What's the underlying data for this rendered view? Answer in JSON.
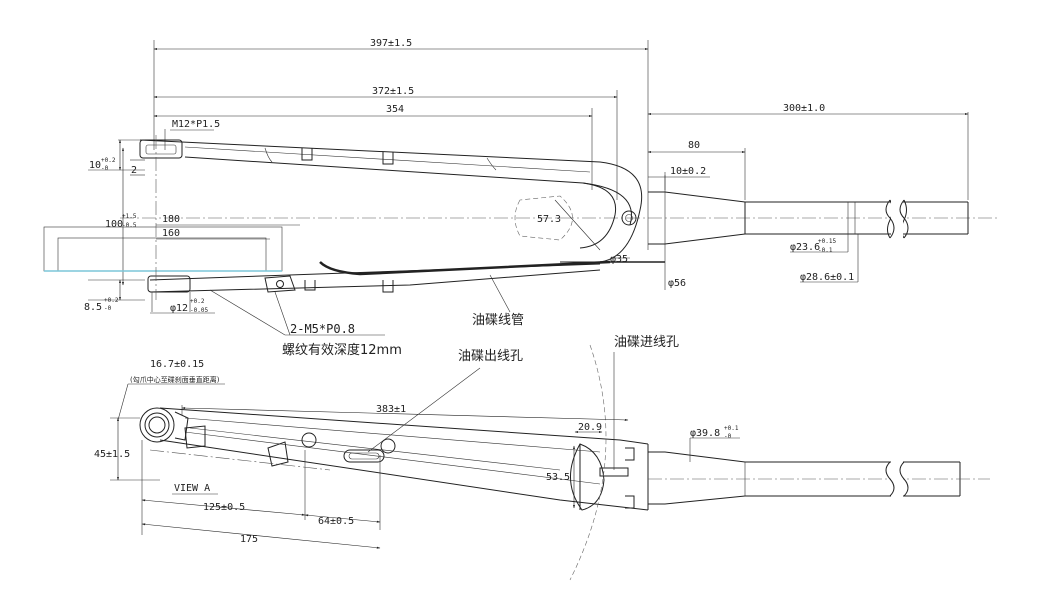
{
  "top_view": {
    "dims": {
      "overall_397": "397±1.5",
      "mid_372": "372±1.5",
      "inner_354": "354",
      "steerer_300": "300±1.0",
      "taper_80": "80",
      "crown_10": "10±0.2",
      "thread_m12": "M12*P1.5",
      "dropout_10": "10",
      "dropout_10_tol_plus": "+0.2",
      "dropout_10_tol_minus": "-0",
      "dropout_2": "2",
      "axle_100": "100",
      "axle_100_tol_plus": "+1.5",
      "axle_100_tol_minus": "-0.5",
      "rotor_180": "180",
      "rotor_160": "160",
      "depth_57": "57.3",
      "dia_35": "φ35",
      "dia_56": "φ56",
      "dia_23_6": "φ23.6",
      "dia_23_6_tol_plus": "+0.15",
      "dia_23_6_tol_minus": "-0.1",
      "dia_28_6": "φ28.6±0.1",
      "dropout_8_5": "8.5",
      "dropout_8_5_tol_plus": "+0.2",
      "dropout_8_5_tol_minus": "-0",
      "dia_12": "φ12",
      "dia_12_tol_plus": "+0.2",
      "dia_12_tol_minus": "-0.05"
    },
    "notes": {
      "thread_m5": "2-M5*P0.8",
      "thread_depth": "螺纹有效深度12mm",
      "brake_hose": "油碟线管"
    }
  },
  "side_view": {
    "dims": {
      "offset_16_7": "16.7±0.15",
      "offset_note": "(勾爪中心至碟刹面垂直距离)",
      "length_383": "383±1",
      "width_45": "45±1.5",
      "dim_20_9": "20.9",
      "dim_53_5": "53.5",
      "dia_39_8": "φ39.8",
      "dia_39_8_tol_plus": "+0.1",
      "dia_39_8_tol_minus": "-0",
      "dim_125": "125±0.5",
      "dim_64": "64±0.5",
      "dim_175": "175"
    },
    "notes": {
      "view_label": "VIEW A",
      "hose_exit": "油碟出线孔",
      "hose_entry": "油碟进线孔"
    }
  }
}
